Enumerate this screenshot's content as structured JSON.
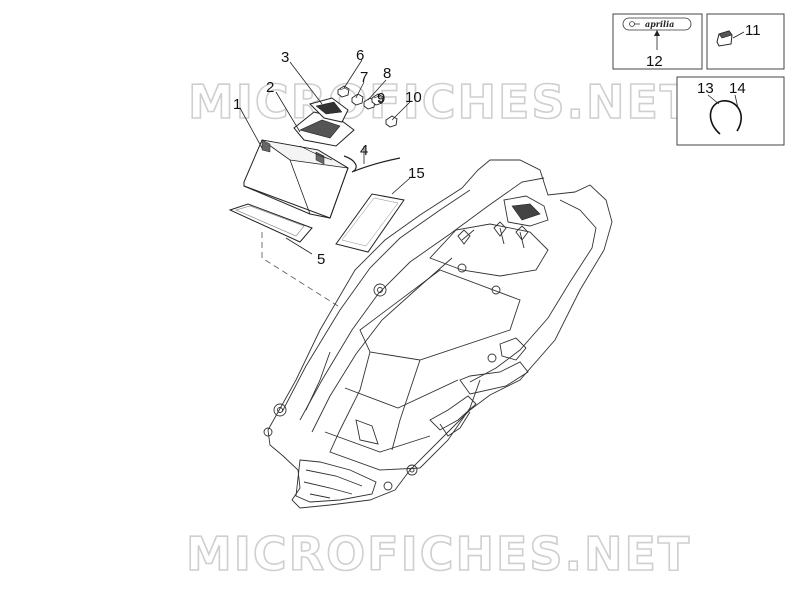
{
  "watermark": {
    "text": "MICROFICHES.NET"
  },
  "labels": {
    "p1": "1",
    "p2": "2",
    "p3": "3",
    "p4": "4",
    "p5": "5",
    "p6": "6",
    "p7": "7",
    "p8": "8",
    "p9": "9",
    "p10": "10",
    "p11": "11",
    "p12": "12",
    "p13": "13",
    "p14": "14",
    "p15": "15"
  },
  "keyring": {
    "logo_text": "aprilia"
  }
}
